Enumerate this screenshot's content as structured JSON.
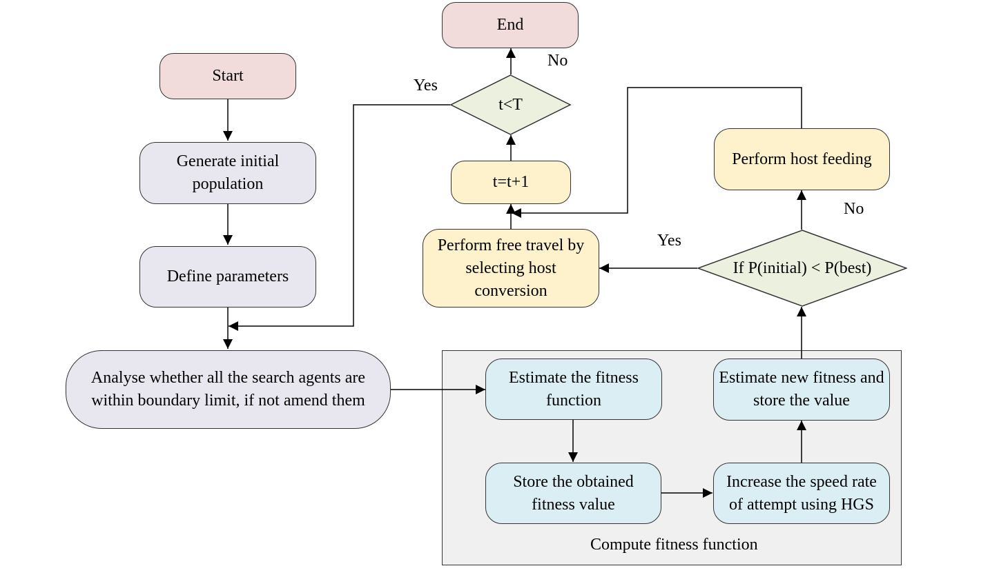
{
  "colors": {
    "terminal": "#f2dcdb",
    "setup": "#e8e7ef",
    "action": "#fef2cc",
    "fitness": "#dbeef4",
    "decision": "#ebf1de",
    "group": "#f0f0f0"
  },
  "nodes": {
    "start": "Start",
    "end": "End",
    "generate": "Generate initial population",
    "define": "Define parameters",
    "analyse": "Analyse whether all the search agents are within boundary limit, if not amend them",
    "t_check": "t<T",
    "increment": "t=t+1",
    "free_travel": "Perform free travel by selecting host conversion",
    "host_feeding": "Perform host feeding",
    "compare": "If P(initial) < P(best)",
    "estimate_fitness": "Estimate the fitness function",
    "store_fitness": "Store the obtained fitness value",
    "increase_speed": "Increase the speed rate of attempt using HGS",
    "estimate_new": "Estimate new fitness and store the value"
  },
  "group": {
    "label": "Compute fitness function"
  },
  "edge_labels": {
    "t_yes": "Yes",
    "t_no": "No",
    "compare_yes": "Yes",
    "compare_no": "No"
  }
}
